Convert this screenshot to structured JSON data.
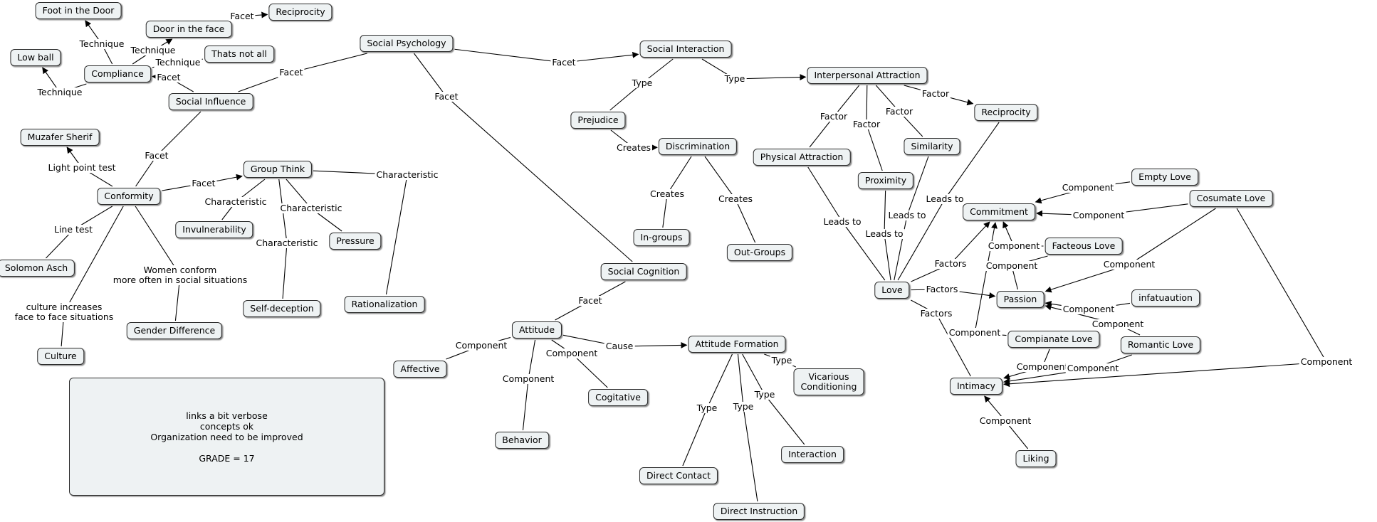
{
  "concepts": [
    {
      "id": "foot",
      "label": "Foot in the Door",
      "name": "concept-foot-in-the-door"
    },
    {
      "id": "door",
      "label": "Door in the face",
      "name": "concept-door-in-the-face"
    },
    {
      "id": "recip1",
      "label": "Reciprocity",
      "name": "concept-reciprocity-top"
    },
    {
      "id": "lowball",
      "label": "Low ball",
      "name": "concept-low-ball"
    },
    {
      "id": "thats",
      "label": "Thats not all",
      "name": "concept-thats-not-all"
    },
    {
      "id": "compliance",
      "label": "Compliance",
      "name": "concept-compliance"
    },
    {
      "id": "socpsy",
      "label": "Social Psychology",
      "name": "concept-social-psychology"
    },
    {
      "id": "socinf",
      "label": "Social Influence",
      "name": "concept-social-influence"
    },
    {
      "id": "muzafer",
      "label": "Muzafer Sherif",
      "name": "concept-muzafer-sherif"
    },
    {
      "id": "conformity",
      "label": "Conformity",
      "name": "concept-conformity"
    },
    {
      "id": "groupthink",
      "label": "Group Think",
      "name": "concept-group-think"
    },
    {
      "id": "invuln",
      "label": "Invulnerability",
      "name": "concept-invulnerability"
    },
    {
      "id": "pressure",
      "label": "Pressure",
      "name": "concept-pressure"
    },
    {
      "id": "solomon",
      "label": "Solomon Asch",
      "name": "concept-solomon-asch"
    },
    {
      "id": "selfdec",
      "label": "Self-deception",
      "name": "concept-self-deception"
    },
    {
      "id": "ration",
      "label": "Rationalization",
      "name": "concept-rationalization"
    },
    {
      "id": "gender",
      "label": "Gender Difference",
      "name": "concept-gender-difference"
    },
    {
      "id": "culture",
      "label": "Culture",
      "name": "concept-culture"
    },
    {
      "id": "socint",
      "label": "Social Interaction",
      "name": "concept-social-interaction"
    },
    {
      "id": "prejudice",
      "label": "Prejudice",
      "name": "concept-prejudice"
    },
    {
      "id": "discrim",
      "label": "Discrimination",
      "name": "concept-discrimination"
    },
    {
      "id": "ingroups",
      "label": "In-groups",
      "name": "concept-in-groups"
    },
    {
      "id": "outgroups",
      "label": "Out-Groups",
      "name": "concept-out-groups"
    },
    {
      "id": "soccog",
      "label": "Social Cognition",
      "name": "concept-social-cognition"
    },
    {
      "id": "attitude",
      "label": "Attitude",
      "name": "concept-attitude"
    },
    {
      "id": "affective",
      "label": "Affective",
      "name": "concept-affective"
    },
    {
      "id": "cogitative",
      "label": "Cogitative",
      "name": "concept-cogitative"
    },
    {
      "id": "behavior",
      "label": "Behavior",
      "name": "concept-behavior"
    },
    {
      "id": "attform",
      "label": "Attitude Formation",
      "name": "concept-attitude-formation"
    },
    {
      "id": "vicarious",
      "label": "Vicarious\nConditioning",
      "name": "concept-vicarious-conditioning"
    },
    {
      "id": "interaction",
      "label": "Interaction",
      "name": "concept-interaction"
    },
    {
      "id": "directcontact",
      "label": "Direct Contact",
      "name": "concept-direct-contact"
    },
    {
      "id": "directinstr",
      "label": "Direct Instruction",
      "name": "concept-direct-instruction"
    },
    {
      "id": "interattr",
      "label": "Interpersonal Attraction",
      "name": "concept-interpersonal-attraction"
    },
    {
      "id": "recip2",
      "label": "Reciprocity",
      "name": "concept-reciprocity-right"
    },
    {
      "id": "physattr",
      "label": "Physical Attraction",
      "name": "concept-physical-attraction"
    },
    {
      "id": "similarity",
      "label": "Similarity",
      "name": "concept-similarity"
    },
    {
      "id": "proximity",
      "label": "Proximity",
      "name": "concept-proximity"
    },
    {
      "id": "commitment",
      "label": "Commitment",
      "name": "concept-commitment"
    },
    {
      "id": "emptylove",
      "label": "Empty Love",
      "name": "concept-empty-love"
    },
    {
      "id": "cosumate",
      "label": "Cosumate Love",
      "name": "concept-cosumate-love"
    },
    {
      "id": "facteous",
      "label": "Facteous Love",
      "name": "concept-facteous-love"
    },
    {
      "id": "love",
      "label": "Love",
      "name": "concept-love"
    },
    {
      "id": "passion",
      "label": "Passion",
      "name": "concept-passion"
    },
    {
      "id": "infatuation",
      "label": "infatuaution",
      "name": "concept-infatuaution"
    },
    {
      "id": "compianate",
      "label": "Compianate Love",
      "name": "concept-compianate-love"
    },
    {
      "id": "romantic",
      "label": "Romantic Love",
      "name": "concept-romantic-love"
    },
    {
      "id": "intimacy",
      "label": "Intimacy",
      "name": "concept-intimacy"
    },
    {
      "id": "liking",
      "label": "Liking",
      "name": "concept-liking"
    }
  ],
  "links": [
    {
      "id": "l01",
      "label": "Technique"
    },
    {
      "id": "l02",
      "label": "Technique"
    },
    {
      "id": "l03",
      "label": "Facet"
    },
    {
      "id": "l04",
      "label": "Technique"
    },
    {
      "id": "l05",
      "label": "Technique"
    },
    {
      "id": "l06",
      "label": "Facet"
    },
    {
      "id": "l07",
      "label": "Facet"
    },
    {
      "id": "l08",
      "label": "Facet"
    },
    {
      "id": "l09",
      "label": "Facet"
    },
    {
      "id": "l10",
      "label": "Facet"
    },
    {
      "id": "l11",
      "label": "Light point test"
    },
    {
      "id": "l12",
      "label": "Facet"
    },
    {
      "id": "l13",
      "label": "Line test"
    },
    {
      "id": "l14",
      "label": "culture increases\nface to face situations"
    },
    {
      "id": "l15",
      "label": "Women conform\nmore often in social situations"
    },
    {
      "id": "l16",
      "label": "Characteristic"
    },
    {
      "id": "l17",
      "label": "Characteristic"
    },
    {
      "id": "l18",
      "label": "Characteristic"
    },
    {
      "id": "l19",
      "label": "Characteristic"
    },
    {
      "id": "l20",
      "label": "Type"
    },
    {
      "id": "l21",
      "label": "Type"
    },
    {
      "id": "l22",
      "label": "Creates"
    },
    {
      "id": "l23",
      "label": "Creates"
    },
    {
      "id": "l24",
      "label": "Creates"
    },
    {
      "id": "l25",
      "label": "Facet"
    },
    {
      "id": "l26",
      "label": "Component"
    },
    {
      "id": "l27",
      "label": "Component"
    },
    {
      "id": "l28",
      "label": "Component"
    },
    {
      "id": "l29",
      "label": "Cause"
    },
    {
      "id": "l30",
      "label": "Type"
    },
    {
      "id": "l31",
      "label": "Type"
    },
    {
      "id": "l32",
      "label": "Type"
    },
    {
      "id": "l33",
      "label": "Type"
    },
    {
      "id": "l34",
      "label": "Factor"
    },
    {
      "id": "l35",
      "label": "Factor"
    },
    {
      "id": "l36",
      "label": "Factor"
    },
    {
      "id": "l37",
      "label": "Factor"
    },
    {
      "id": "l38",
      "label": "Leads to"
    },
    {
      "id": "l39",
      "label": "Leads to"
    },
    {
      "id": "l40",
      "label": "Leads to"
    },
    {
      "id": "l41",
      "label": "Leads to"
    },
    {
      "id": "l42",
      "label": "Factors"
    },
    {
      "id": "l43",
      "label": "Factors"
    },
    {
      "id": "l44",
      "label": "Factors"
    },
    {
      "id": "l45",
      "label": "Component"
    },
    {
      "id": "l46",
      "label": "Component"
    },
    {
      "id": "l47",
      "label": "Component"
    },
    {
      "id": "l48",
      "label": "Component"
    },
    {
      "id": "l49",
      "label": "Component"
    },
    {
      "id": "l50",
      "label": "Component"
    },
    {
      "id": "l51",
      "label": "Component"
    },
    {
      "id": "l52",
      "label": "Component"
    },
    {
      "id": "l53",
      "label": "Component"
    },
    {
      "id": "l54",
      "label": "Component"
    },
    {
      "id": "l55",
      "label": "Component"
    },
    {
      "id": "l56",
      "label": "Component"
    }
  ],
  "notes": {
    "lines": [
      "links a bit verbose",
      "concepts ok",
      "Organization need to be improved",
      "",
      "GRADE = 17"
    ]
  },
  "colors": {
    "node_fill": "#eef2f3",
    "node_border": "#2b2b2b",
    "line": "#000000"
  }
}
